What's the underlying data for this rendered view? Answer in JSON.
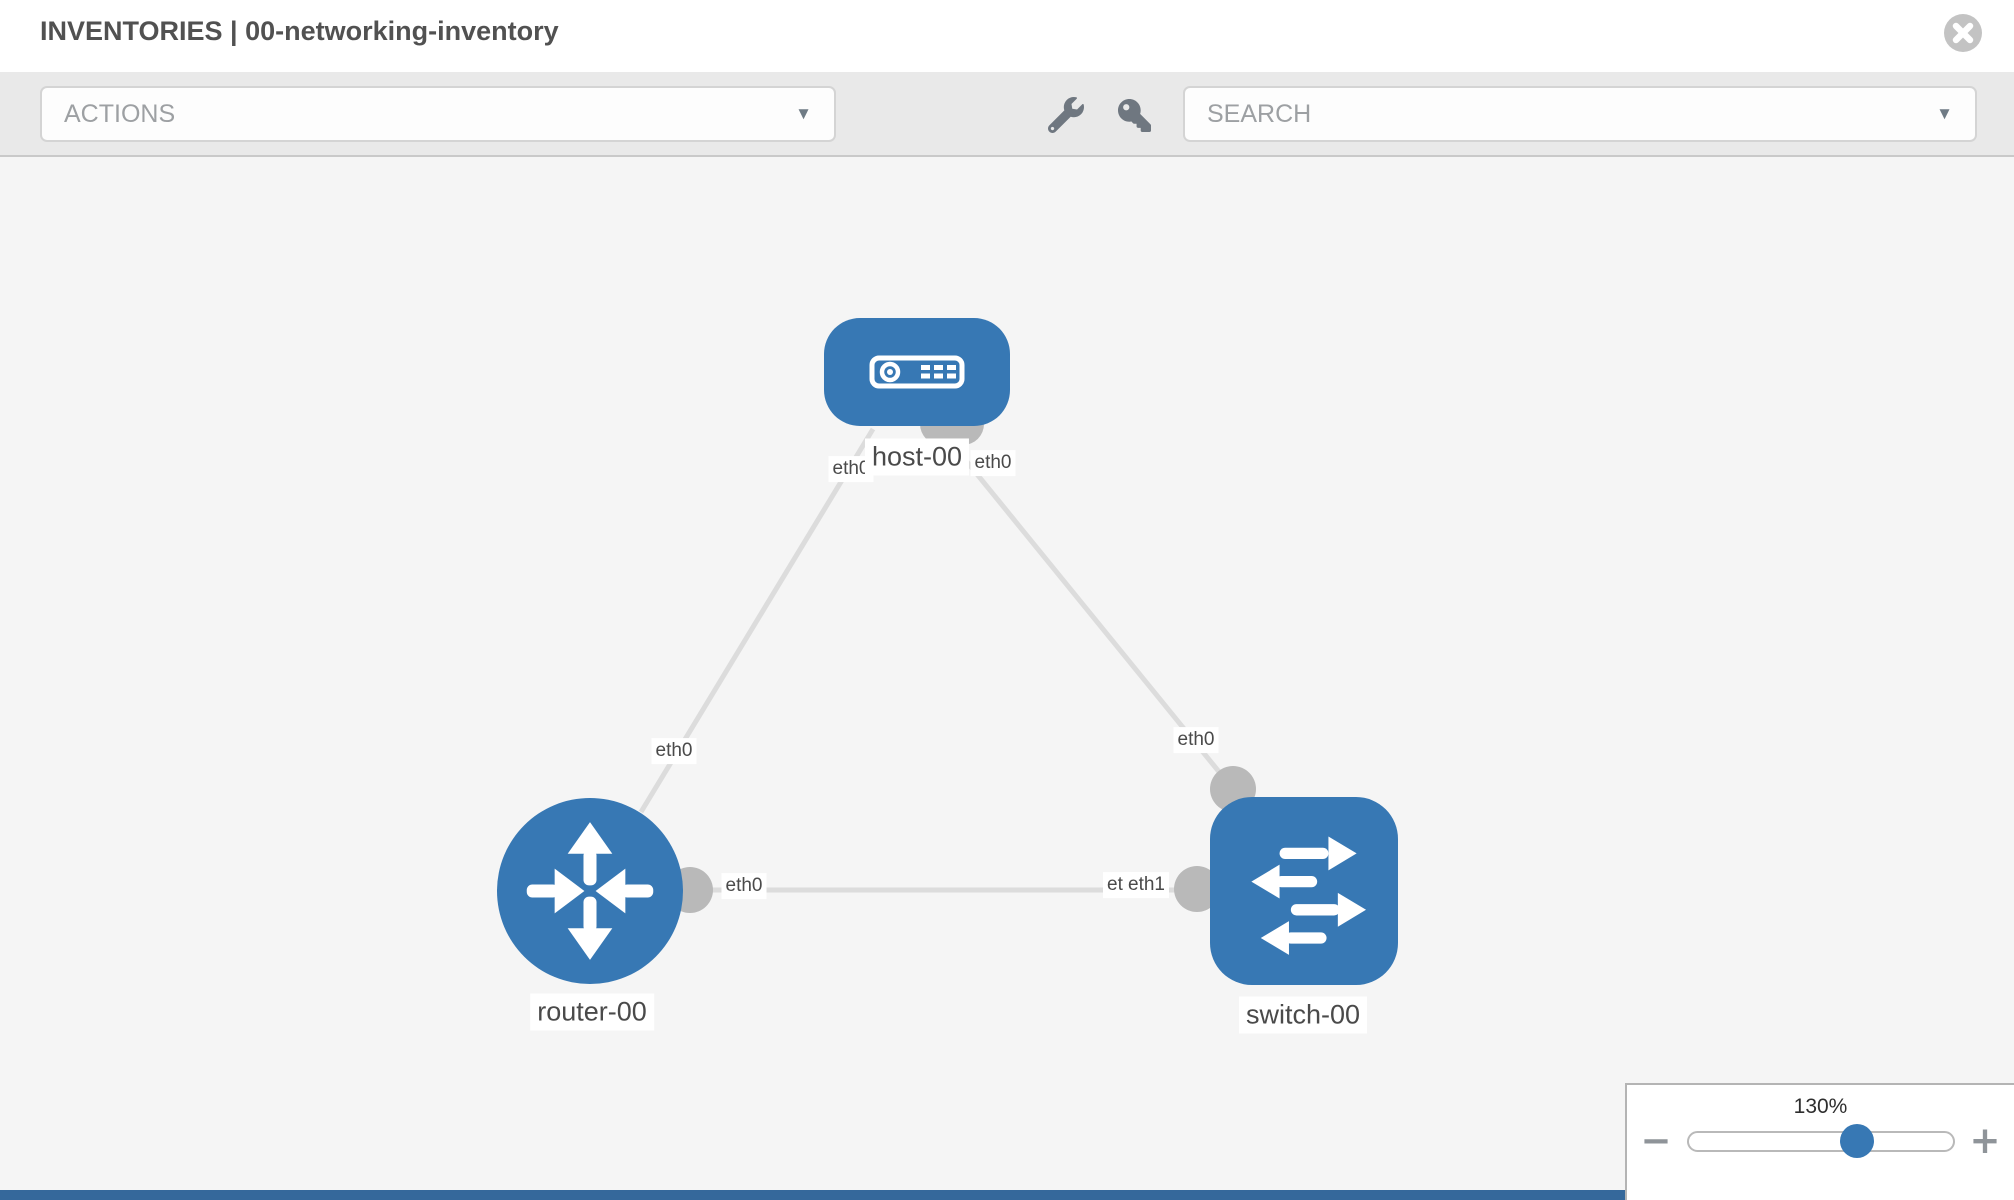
{
  "header": {
    "title": "INVENTORIES | 00-networking-inventory"
  },
  "toolbar": {
    "actions_label": "ACTIONS",
    "search_placeholder": "SEARCH"
  },
  "glyphs": {
    "caret": "▼"
  },
  "canvas": {
    "nodes": {
      "host": {
        "label": "host-00",
        "type": "host"
      },
      "router": {
        "label": "router-00",
        "type": "router"
      },
      "switch": {
        "label": "switch-00",
        "type": "switch"
      }
    },
    "interfaces": {
      "host_router_host_side": "eth0",
      "host_router_router_side": "eth0",
      "host_switch_host_side": "eth0",
      "host_switch_switch_side": "eth0",
      "router_switch_router_side": "eth0",
      "router_switch_switch_side": "eth1",
      "router_switch_switch_side_overlapped": "eth0"
    }
  },
  "zoom": {
    "level": "130%",
    "out_symbol": "−",
    "in_symbol": "+",
    "handle_position_pct": 64
  },
  "colors": {
    "node_blue": "#3778b4",
    "link_gray": "#dcdcdc",
    "connector_gray": "#b9b9b9",
    "label_text": "#4a4a4a",
    "toolbar_bg": "#e9e9e9",
    "canvas_bg": "#f5f5f5",
    "control_border": "#d4d4d4",
    "muted_text": "#9da0a3",
    "icon_gray": "#6f7780",
    "title_text": "#515151",
    "accent_bar": "#35689b",
    "close_gray": "#c3c3c3"
  }
}
